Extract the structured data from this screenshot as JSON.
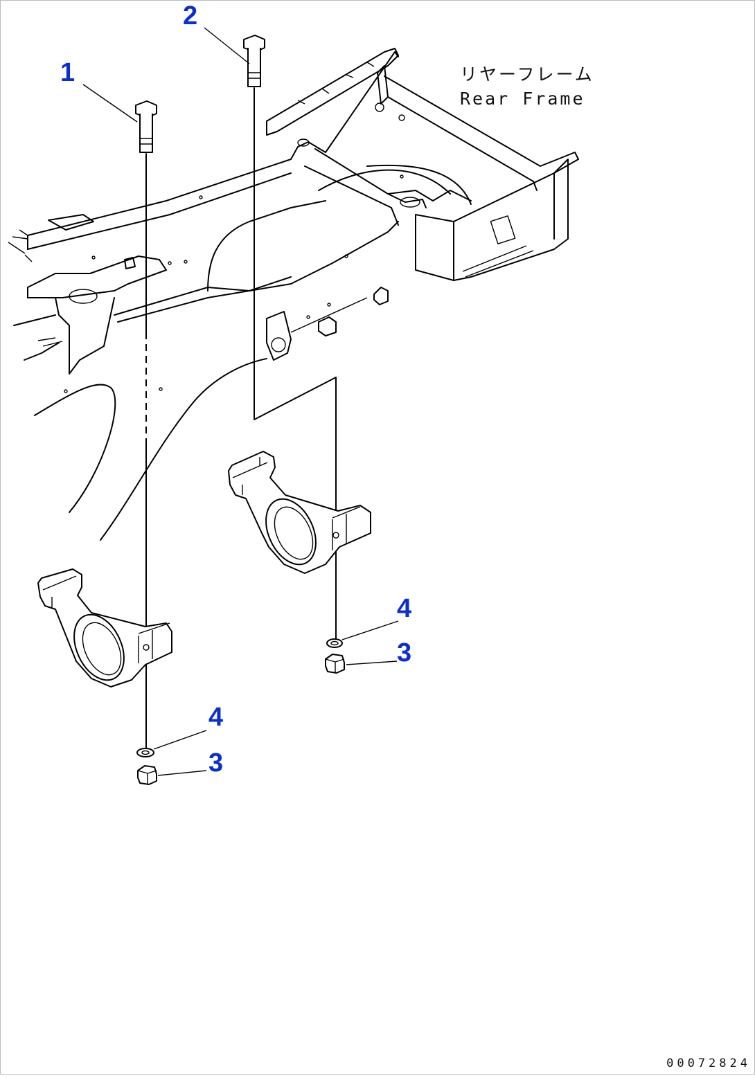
{
  "labels": {
    "frame_jp": "リヤーフレーム",
    "frame_en": "Rear Frame",
    "drawing_number": "00072824"
  },
  "callouts": {
    "bolt_left": "1",
    "bolt_right": "2",
    "washer_right": "4",
    "nut_right": "3",
    "washer_left": "4",
    "nut_left": "3"
  },
  "colors": {
    "callout": "#0a2ecf",
    "linework": "#000000",
    "background": "#ffffff"
  }
}
